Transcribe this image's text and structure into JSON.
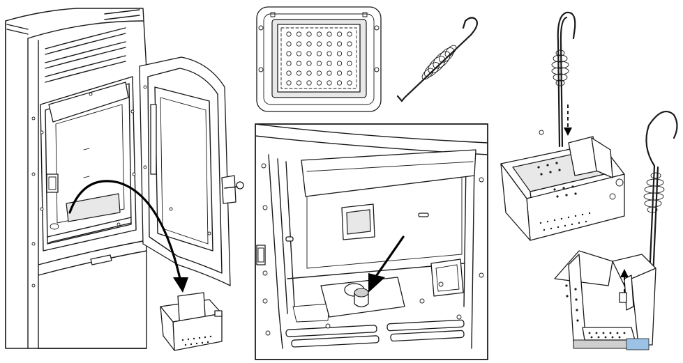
{
  "figure": {
    "panels": [
      {
        "id": "stove-open-door",
        "shows": "stove-with-open-door-burn-pot-removal"
      },
      {
        "id": "burn-pot-grate",
        "shows": "perforated-grate-top-view"
      },
      {
        "id": "cleaning-tool",
        "shows": "spring-handle-hook-tool"
      },
      {
        "id": "firebox-detail",
        "shows": "ash-pipe-opening-in-firebox"
      },
      {
        "id": "burn-pot-cleaning",
        "shows": "hook-tool-inserted-into-burn-pot"
      }
    ],
    "colors": {
      "line": "#1a1a1a",
      "background": "#ffffff",
      "accent": "#9cc3e6"
    }
  }
}
